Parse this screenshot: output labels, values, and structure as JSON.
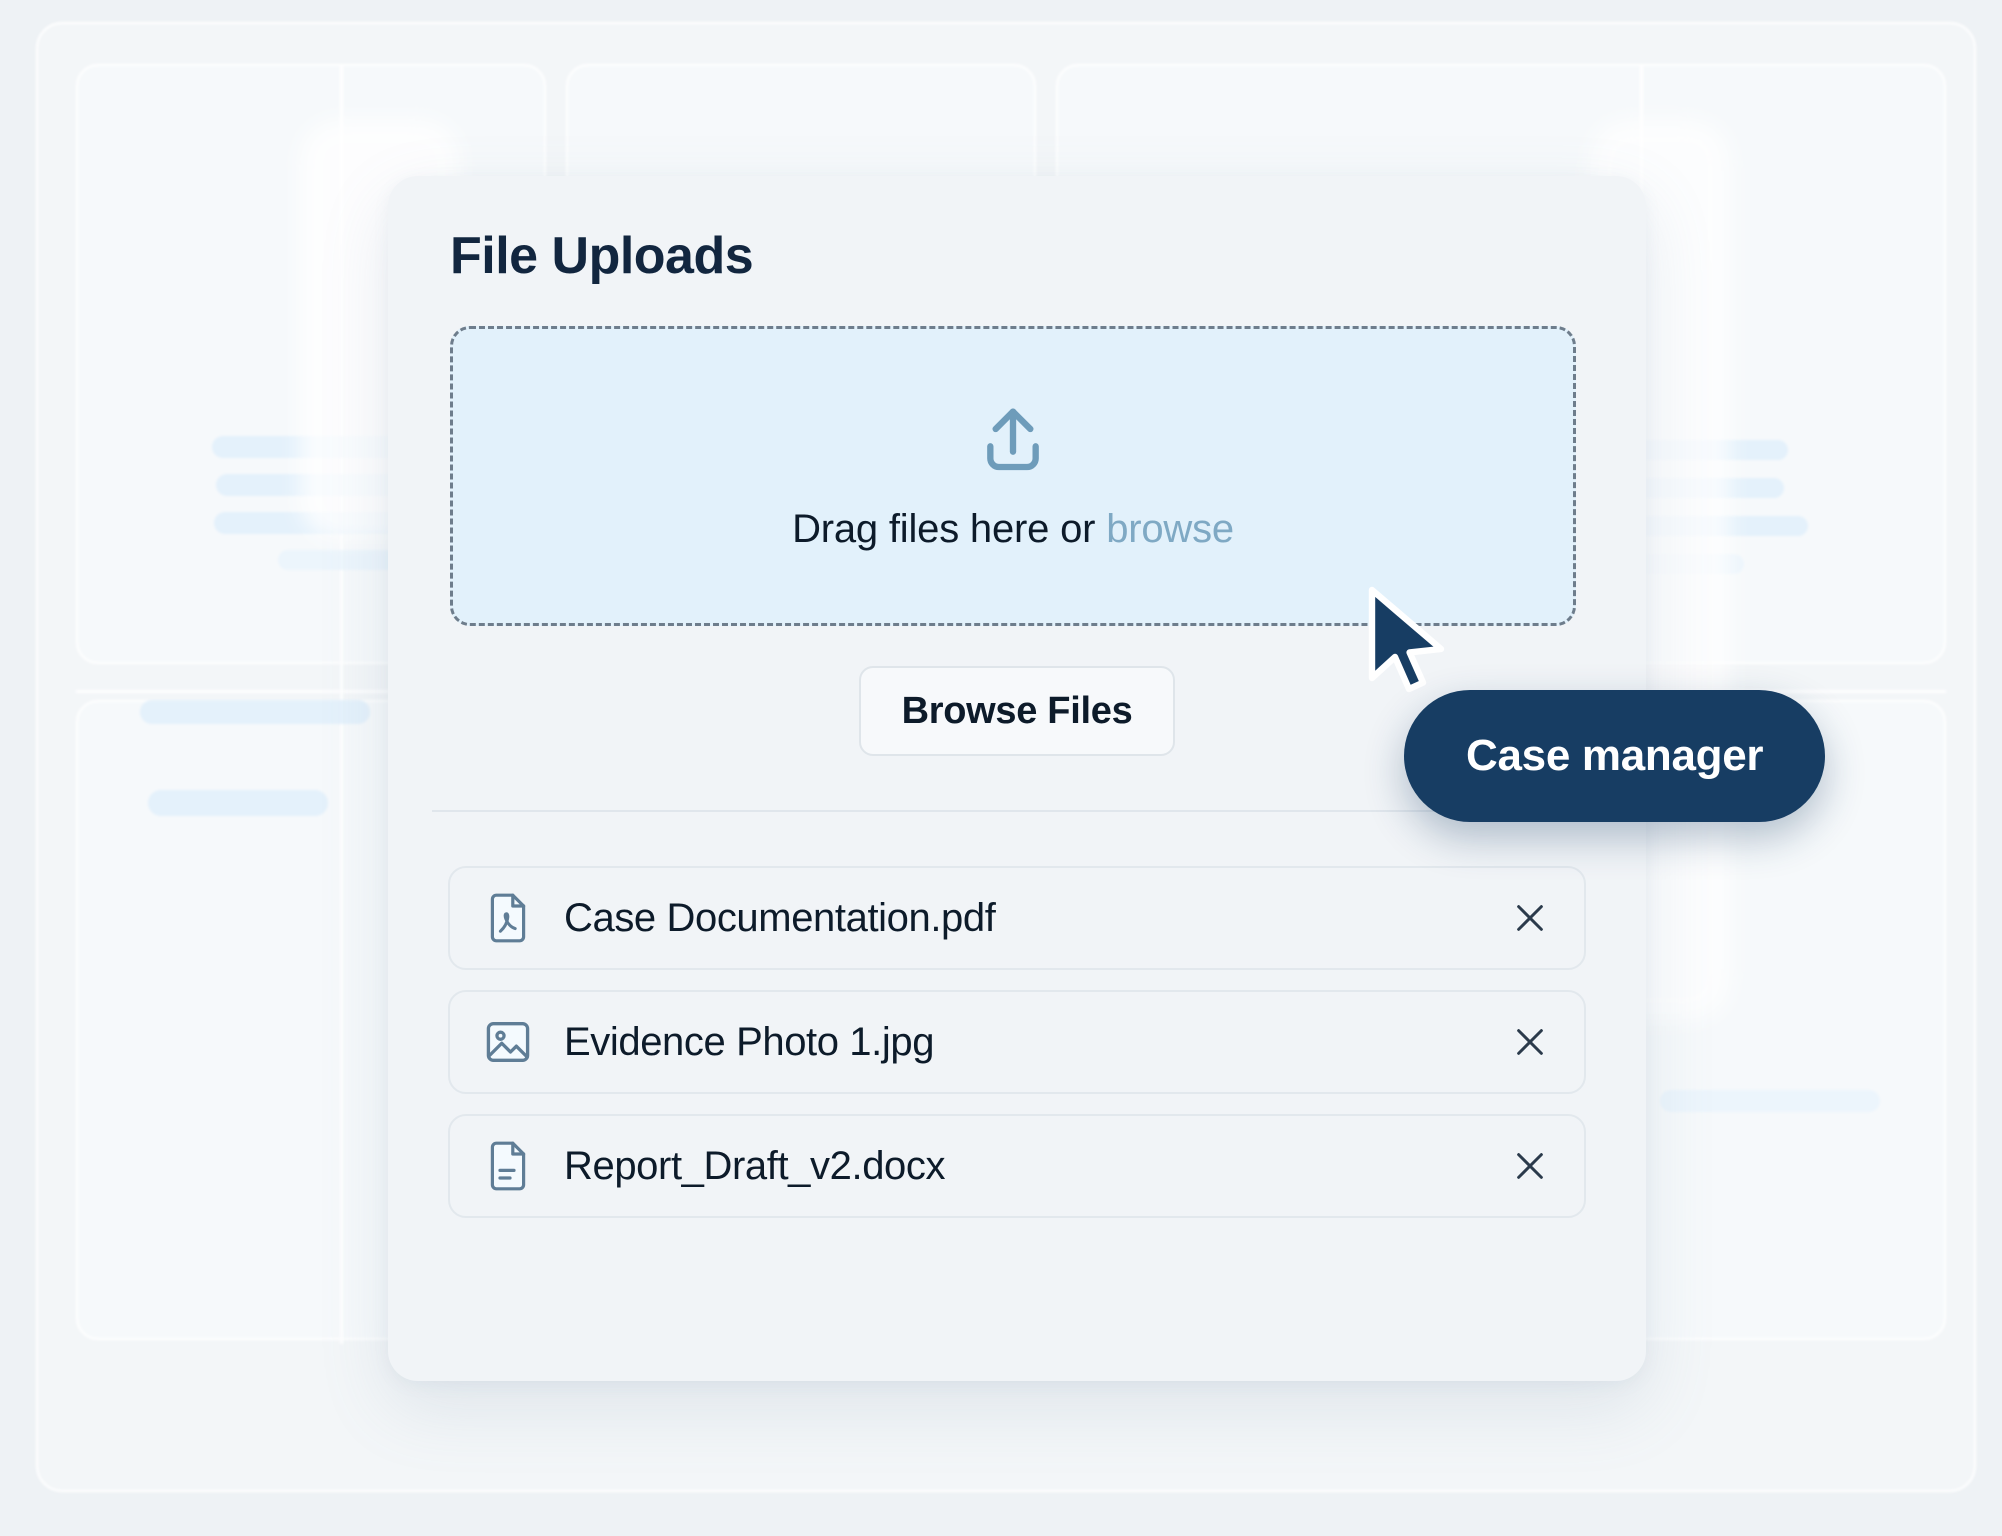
{
  "card": {
    "title": "File Uploads"
  },
  "dropzone": {
    "icon": "upload-arrow-icon",
    "text_prefix": "Drag files here or ",
    "browse_link": "browse",
    "fill_color": "#e2f1fb",
    "border_color": "#6e7d8c"
  },
  "browse_button": {
    "label": "Browse Files"
  },
  "files": [
    {
      "name": "Case Documentation.pdf",
      "icon": "pdf-file-icon",
      "remove_icon": "close-icon"
    },
    {
      "name": "Evidence Photo 1.jpg",
      "icon": "image-file-icon",
      "remove_icon": "close-icon"
    },
    {
      "name": "Report_Draft_v2.docx",
      "icon": "document-file-icon",
      "remove_icon": "close-icon"
    }
  ],
  "cursor": {
    "icon": "mouse-pointer-icon",
    "tooltip_label": "Case manager",
    "tooltip_color": "#173d63"
  },
  "theme": {
    "page_background": "#eef2f5",
    "card_background": "#f1f4f7",
    "text_primary": "#0d1b2a",
    "title_color": "#12263f",
    "link_color": "#7fa9c4",
    "icon_stroke": "#5f7d96",
    "accent_navy": "#173d63"
  }
}
